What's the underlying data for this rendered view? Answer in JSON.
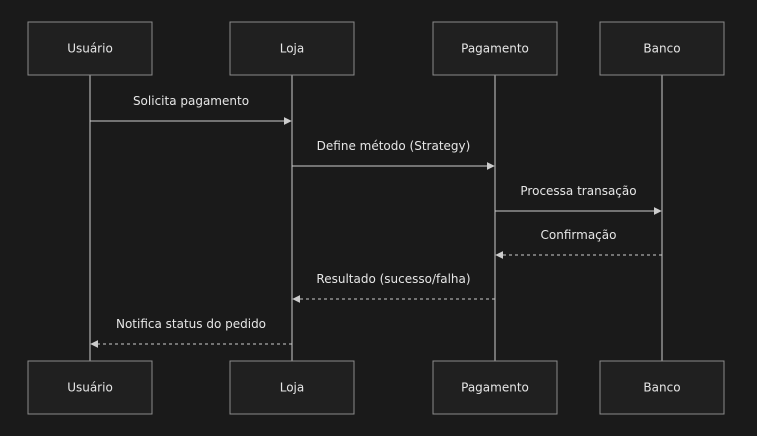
{
  "colors": {
    "background": "#1a1a1a",
    "box_fill": "#202020",
    "box_stroke": "#8a8a8a",
    "line": "#cccccc",
    "text": "#e6e6e6"
  },
  "participants": [
    {
      "id": "usuario",
      "label": "Usuário"
    },
    {
      "id": "loja",
      "label": "Loja"
    },
    {
      "id": "pagamento",
      "label": "Pagamento"
    },
    {
      "id": "banco",
      "label": "Banco"
    }
  ],
  "messages": [
    {
      "from": "usuario",
      "to": "loja",
      "label": "Solicita pagamento",
      "style": "solid"
    },
    {
      "from": "loja",
      "to": "pagamento",
      "label": "Define método (Strategy)",
      "style": "solid"
    },
    {
      "from": "pagamento",
      "to": "banco",
      "label": "Processa transação",
      "style": "solid"
    },
    {
      "from": "banco",
      "to": "pagamento",
      "label": "Confirmação",
      "style": "dashed"
    },
    {
      "from": "pagamento",
      "to": "loja",
      "label": "Resultado (sucesso/falha)",
      "style": "dashed"
    },
    {
      "from": "loja",
      "to": "usuario",
      "label": "Notifica status do pedido",
      "style": "dashed"
    }
  ]
}
